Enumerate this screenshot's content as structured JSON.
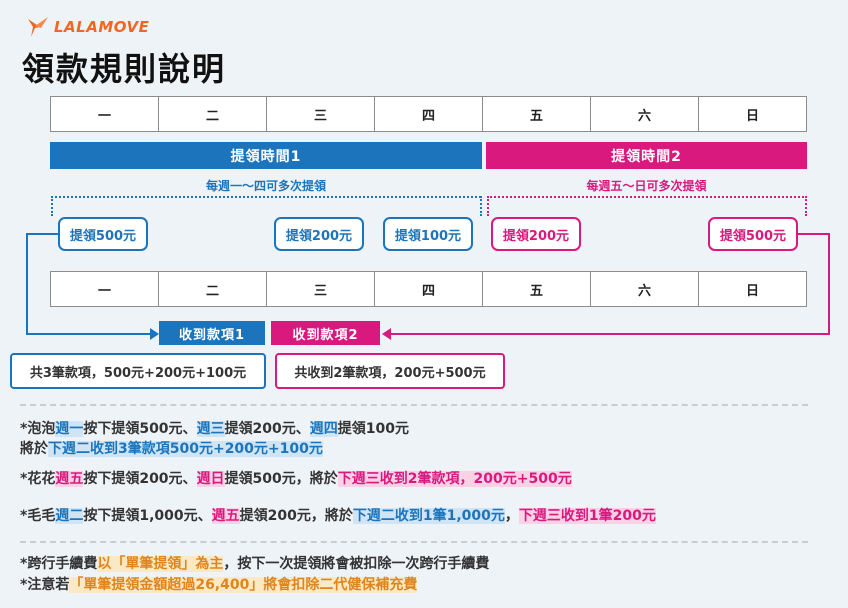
{
  "logo": {
    "text": "LALAMOVE"
  },
  "title": "領款規則說明",
  "days": [
    "一",
    "二",
    "三",
    "四",
    "五",
    "六",
    "日"
  ],
  "periods": [
    {
      "label": "提領時間1",
      "subtitle": "每週一～四可多次提領",
      "color": "#1c75bc"
    },
    {
      "label": "提領時間2",
      "subtitle": "每週五～日可多次提領",
      "color": "#d9197e"
    }
  ],
  "withdrawals": [
    "提領500元",
    "提領200元",
    "提領100元",
    "提領200元",
    "提領500元"
  ],
  "received": [
    "收到款項1",
    "收到款項2"
  ],
  "summaries": [
    "共3筆款項，500元+200元+100元",
    "共收到2筆款項，200元+500元"
  ],
  "notes": {
    "n1": [
      "*泡泡",
      "週一",
      "按下提領500元、",
      "週三",
      "提領200元、",
      "週四",
      "提領100元"
    ],
    "n1b": [
      "將於",
      "下週二收到3筆款項500元+200元+100元"
    ],
    "n2": [
      "*花花",
      "週五",
      "按下提領200元、",
      "週日",
      "提領500元，將於",
      "下週三收到2筆款項",
      "，200元+500元"
    ],
    "n3": [
      "*毛毛",
      "週二",
      "按下提領1,000元、",
      "週五",
      "提領200元，將於",
      "下週二收到1筆1,000元",
      "，",
      "下週三收到1筆200元"
    ],
    "n4": [
      "*跨行手續費",
      "以「單筆提領」為主",
      "，按下一次提領將會被扣除一次跨行手續費"
    ],
    "n5": [
      "*注意若",
      "「單筆提領金額超過26,400」將會扣除二代健保補充費"
    ]
  },
  "colors": {
    "blue": "#1c75bc",
    "pink": "#d9197e",
    "orange": "#e0851d",
    "brand": "#f16622"
  }
}
